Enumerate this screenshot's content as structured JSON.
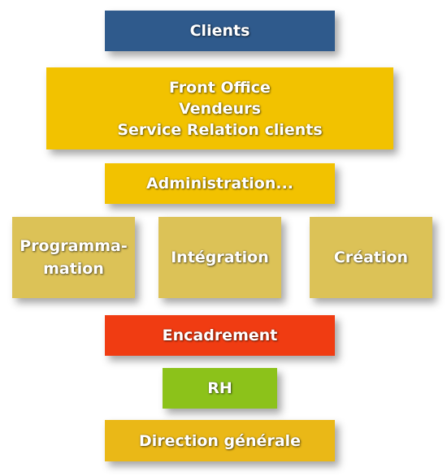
{
  "diagram": {
    "nodes": [
      {
        "id": "clients",
        "lines": [
          "Clients"
        ],
        "color": "#2f5a8c"
      },
      {
        "id": "front",
        "lines": [
          "Front Office",
          "Vendeurs",
          "Service Relation clients"
        ],
        "color": "#f2c200"
      },
      {
        "id": "admin",
        "lines": [
          "Administration..."
        ],
        "color": "#f2c200"
      },
      {
        "id": "programmation",
        "lines": [
          "Programma-",
          "mation"
        ],
        "color": "#dcc257"
      },
      {
        "id": "integration",
        "lines": [
          "Intégration"
        ],
        "color": "#dcc257"
      },
      {
        "id": "creation",
        "lines": [
          "Création"
        ],
        "color": "#dcc257"
      },
      {
        "id": "encadrement",
        "lines": [
          "Encadrement"
        ],
        "color": "#f03c12"
      },
      {
        "id": "rh",
        "lines": [
          "RH"
        ],
        "color": "#8cc21a"
      },
      {
        "id": "direction",
        "lines": [
          "Direction générale"
        ],
        "color": "#eab817"
      }
    ]
  }
}
